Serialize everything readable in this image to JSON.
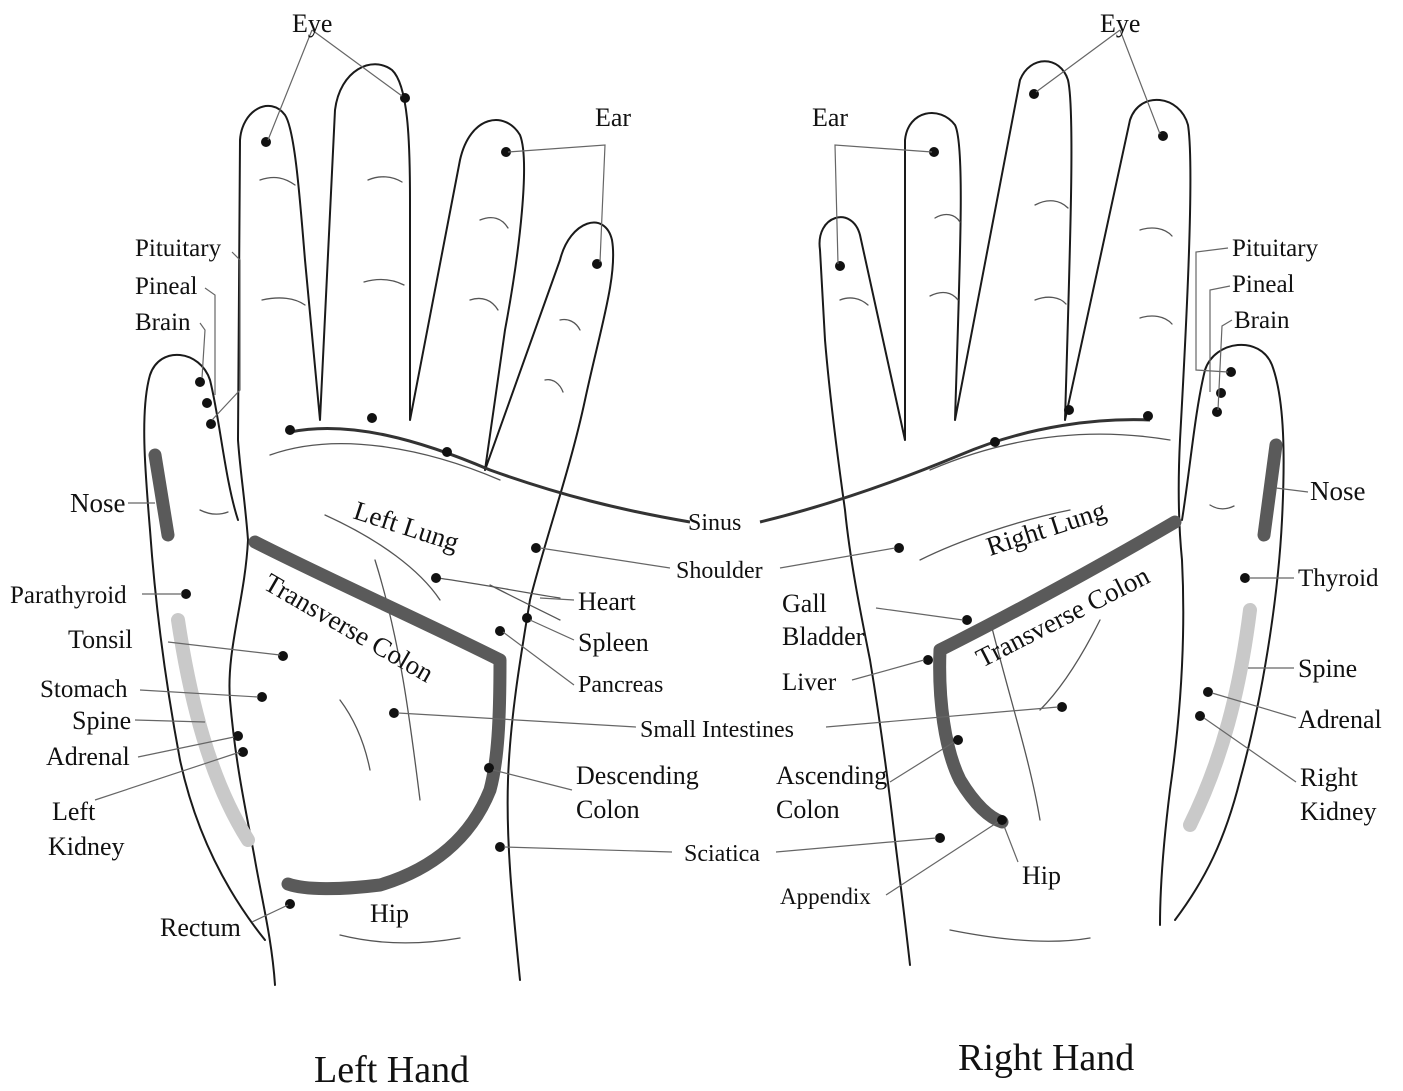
{
  "colors": {
    "ink": "#111111",
    "band": "#5a5a5a",
    "band_light": "#c9c9c9",
    "leader": "#666666"
  },
  "left_hand": {
    "caption": "Left Hand",
    "labels": {
      "eye": "Eye",
      "ear": "Ear",
      "pituitary": "Pituitary",
      "pineal": "Pineal",
      "brain": "Brain",
      "nose": "Nose",
      "parathyroid": "Parathyroid",
      "tonsil": "Tonsil",
      "stomach": "Stomach",
      "spine": "Spine",
      "adrenal": "Adrenal",
      "left_kidney_1": "Left",
      "left_kidney_2": "Kidney",
      "rectum": "Rectum",
      "hip": "Hip",
      "left_lung": "Left Lung",
      "transverse_colon": "Transverse Colon",
      "heart": "Heart",
      "spleen": "Spleen",
      "pancreas": "Pancreas",
      "descending_colon_1": "Descending",
      "descending_colon_2": "Colon"
    }
  },
  "shared": {
    "sinus": "Sinus",
    "shoulder": "Shoulder",
    "small_intestines": "Small Intestines",
    "sciatica": "Sciatica"
  },
  "right_hand": {
    "caption": "Right Hand",
    "labels": {
      "eye": "Eye",
      "ear": "Ear",
      "pituitary": "Pituitary",
      "pineal": "Pineal",
      "brain": "Brain",
      "nose": "Nose",
      "thyroid": "Thyroid",
      "spine": "Spine",
      "adrenal": "Adrenal",
      "right_kidney_1": "Right",
      "right_kidney_2": "Kidney",
      "right_lung": "Right Lung",
      "transverse_colon": "Transverse Colon",
      "gall_bladder_1": "Gall",
      "gall_bladder_2": "Bladder",
      "liver": "Liver",
      "ascending_colon_1": "Ascending",
      "ascending_colon_2": "Colon",
      "appendix": "Appendix",
      "hip": "Hip"
    }
  }
}
